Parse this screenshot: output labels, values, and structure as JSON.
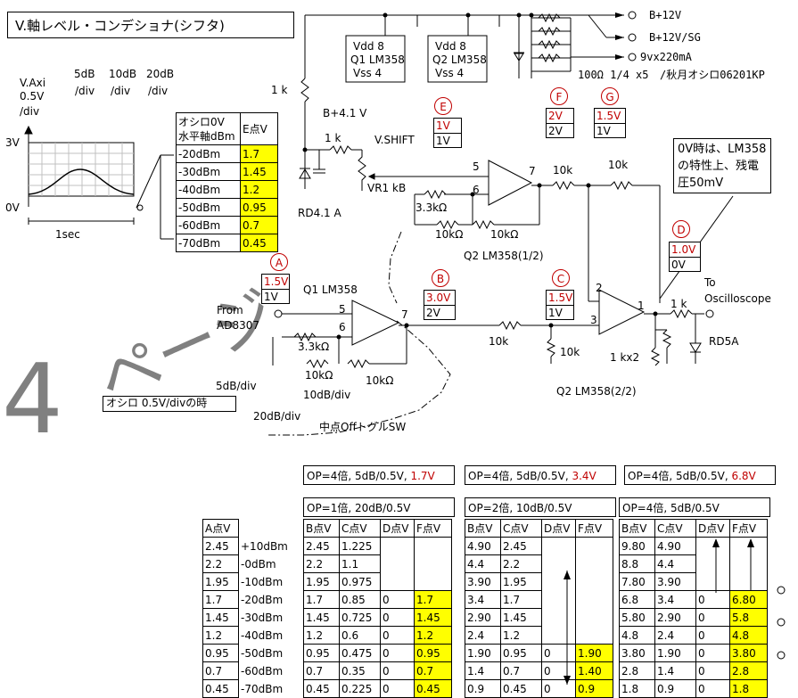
{
  "title": "V.軸レベル・コンデショナ(シフタ)",
  "watermark": {
    "number": "4",
    "kana": "ページ"
  },
  "scope": {
    "v_axis": [
      "V.Axi",
      "0.5V",
      "/div"
    ],
    "div_labels": [
      [
        "5dB",
        "/div"
      ],
      [
        "10dB",
        "/div"
      ],
      [
        "20dB",
        "/div"
      ]
    ],
    "y_top": "3V",
    "y_zero": "0V",
    "x_label": "1sec"
  },
  "e_table": {
    "head_left": "オシロ0V\n水平軸dBm",
    "head_right": "E点V",
    "rows": [
      [
        "-20dBm",
        "1.7"
      ],
      [
        "-30dBm",
        "1.45"
      ],
      [
        "-40dBm",
        "1.2"
      ],
      [
        "-50dBm",
        "0.95"
      ],
      [
        "-60dBm",
        "0.7"
      ],
      [
        "-70dBm",
        "0.45"
      ]
    ]
  },
  "labels": {
    "b12": "B+12V",
    "b12sg": "B+12V/SG",
    "vx9": "9vx220mA",
    "res": "100Ω 1/4 x5",
    "akizuki": "/秋月オシロ06201KP",
    "ic1_vdd": "Vdd  8",
    "ic1_name": "Q1 LM358",
    "ic1_vss": "Vss  4",
    "ic2_vdd": "Vdd  8",
    "ic2_name": "Q2 LM358",
    "ic2_vss": "Vss  4",
    "r1k_top": "1 k",
    "b41": "B+4.1 V",
    "r1k_mid": "1 k",
    "vshift": "V.SHIFT",
    "rd41": "RD4.1 A",
    "vr1": "VR1 kB",
    "r33k_a": "3.3kΩ",
    "r10k_a": "10kΩ",
    "r10k_b": "10kΩ",
    "q2a": "Q2 LM358(1/2)",
    "r10k_c": "10k",
    "r10k_d": "10k",
    "pin5": "5",
    "pin6": "6",
    "pin7": "7",
    "q1": "Q1  LM358",
    "from": "From",
    "ad8307": "AD8307",
    "q1pin5": "5",
    "q1pin6": "6",
    "q1pin7": "7",
    "r33k_b": "3.3kΩ",
    "r10k_e": "10kΩ",
    "r10k_f": "10kΩ",
    "d5": "5dB/div",
    "d10": "10dB/div",
    "d20": "20dB/div",
    "osc_note": "オシロ  0.5V/divの時",
    "sw": "中点OffトグルSW",
    "r10k_g": "10k",
    "r10k_h": "10k",
    "pin2": "2",
    "pin3": "3",
    "pin1": "1",
    "r1k_out": "1 k",
    "to": "To",
    "osc": "Oscilloscope",
    "rd5a": "RD5A",
    "r1kx2": "1 kx2",
    "q2b": "Q2 LM358(2/2)",
    "note": "0V時は、LM358\nの特性上、残電\n圧50mV"
  },
  "points": {
    "E": [
      "1V",
      "1V"
    ],
    "F": [
      "2V",
      "2V"
    ],
    "G": [
      "1.5V",
      "1V"
    ],
    "A": [
      "1.5V",
      "1V"
    ],
    "B": [
      "3.0V",
      "2V"
    ],
    "C": [
      "1.5V",
      "1V"
    ],
    "D": [
      "1.0V",
      "0V"
    ]
  },
  "tables": {
    "op1_top": "OP=4倍, 5dB/0.5V, ",
    "op1_top_red": "1.7V",
    "op2_top": "OP=4倍, 5dB/0.5V, ",
    "op2_top_red": "3.4V",
    "op3_top": "OP=4倍, 5dB/0.5V, ",
    "op3_top_red": "6.8V",
    "op1": "OP=1倍, 20dB/0.5V",
    "op2": "OP=2倍, 10dB/0.5V",
    "op3": "OP=4倍, 5dB/0.5V",
    "head_a": [
      "A点V",
      ""
    ],
    "head": [
      "B点V",
      "C点V",
      "D点V",
      "F点V"
    ],
    "a_rows": [
      [
        "2.45",
        "+10dBm"
      ],
      [
        "2.2",
        "-0dBm"
      ],
      [
        "1.95",
        "-10dBm"
      ],
      [
        "1.7",
        "-20dBm"
      ],
      [
        "1.45",
        "-30dBm"
      ],
      [
        "1.2",
        "-40dBm"
      ],
      [
        "0.95",
        "-50dBm"
      ],
      [
        "0.7",
        "-60dBm"
      ],
      [
        "0.45",
        "-70dBm"
      ]
    ],
    "t1": [
      [
        "2.45",
        "1.225",
        "",
        ""
      ],
      [
        "2.2",
        "1.1",
        "",
        ""
      ],
      [
        "1.95",
        "0.975",
        "",
        ""
      ],
      [
        "1.7",
        "0.85",
        "0",
        "1.7"
      ],
      [
        "1.45",
        "0.725",
        "0",
        "1.45"
      ],
      [
        "1.2",
        "0.6",
        "0",
        "1.2"
      ],
      [
        "0.95",
        "0.475",
        "0",
        "0.95"
      ],
      [
        "0.7",
        "0.35",
        "0",
        "0.7"
      ],
      [
        "0.45",
        "0.225",
        "0",
        "0.45"
      ]
    ],
    "t2": [
      [
        "4.90",
        "2.45",
        "",
        ""
      ],
      [
        "4.4",
        "2.2",
        "",
        ""
      ],
      [
        "3.90",
        "1.95",
        "",
        ""
      ],
      [
        "3.4",
        "1.7",
        "",
        ""
      ],
      [
        "2.90",
        "1.45",
        "",
        ""
      ],
      [
        "2.4",
        "1.2",
        "",
        ""
      ],
      [
        "1.90",
        "0.95",
        "0",
        "1.90"
      ],
      [
        "1.4",
        "0.7",
        "0",
        "1.40"
      ],
      [
        "0.9",
        "0.45",
        "0",
        "0.9"
      ]
    ],
    "t3": [
      [
        "9.80",
        "4.90",
        "",
        ""
      ],
      [
        "8.8",
        "4.4",
        "",
        ""
      ],
      [
        "7.80",
        "3.90",
        "",
        ""
      ],
      [
        "6.8",
        "3.4",
        "0",
        "6.80"
      ],
      [
        "5.80",
        "2.90",
        "0",
        "5.8"
      ],
      [
        "4.8",
        "2.4",
        "0",
        "4.8"
      ],
      [
        "3.80",
        "1.90",
        "0",
        "3.80"
      ],
      [
        "2.8",
        "1.4",
        "0",
        "2.8"
      ],
      [
        "1.8",
        "0.9",
        "0",
        "1.8"
      ]
    ]
  },
  "colors": {
    "highlight": "#ffff00",
    "accent": "#c00000",
    "watermark": "#808080"
  }
}
